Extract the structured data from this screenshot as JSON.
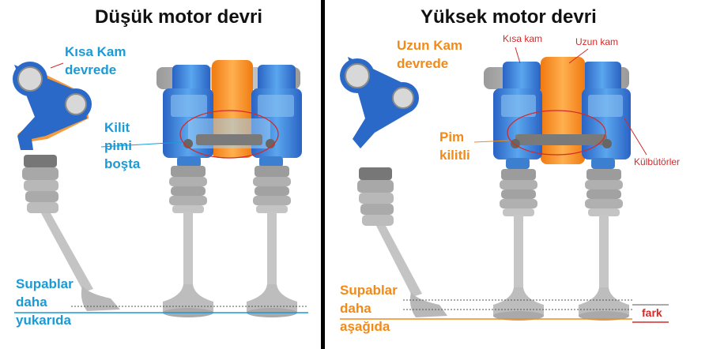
{
  "left": {
    "title": "Düşük motor devri",
    "cam_label": "Kısa Kam\ndevrede",
    "pin_label": "Kilit\npimi\nboşta",
    "valve_label": "Supablar\ndaha\nyukarıda"
  },
  "right": {
    "title": "Yüksek motor devri",
    "cam_label": "Uzun Kam\ndevrede",
    "pin_label": "Pim\nkilitli",
    "short_cam": "Kısa kam",
    "long_cam": "Uzun kam",
    "rocker_label": "Külbütörler",
    "valve_label": "Supablar\ndaha\naşağıda",
    "diff_label": "fark"
  },
  "colors": {
    "blue": "#1a9ad6",
    "orange": "#f28a1a",
    "red": "#d42a2a"
  }
}
